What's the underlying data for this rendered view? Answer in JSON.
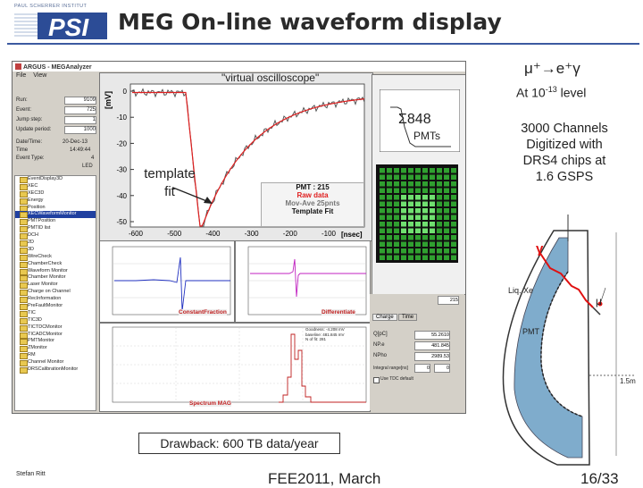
{
  "slide": {
    "logo_text": "PAUL SCHERRER INSTITUT",
    "logo_mark": "PSI",
    "title": "MEG On-line waveform display",
    "reaction": "μ⁺→e⁺γ",
    "rate_prefix": "At 10",
    "rate_exp": "-13",
    "rate_suffix": " level",
    "channels_text": "3000 Channels\nDigitized with\nDRS4 chips at\n1.6 GSPS",
    "sum_pmts": "Σ848",
    "pmts_label": "PMTs",
    "vo_label": "\"virtual oscilloscope\"",
    "template_fit_label": "template\nfit",
    "drawback": "Drawback: 600 TB data/year",
    "author": "Stefan Ritt",
    "conference": "FEE2011, March",
    "page": "16/33"
  },
  "app": {
    "title": "ARGUS - MEGAnalyzer",
    "menu": [
      "File",
      "View"
    ],
    "info_rows": [
      {
        "label": "Run:",
        "value": "9109"
      },
      {
        "label": "Event:",
        "value": "725"
      },
      {
        "label": "Jump step:",
        "value": "1"
      },
      {
        "label": "Update period:",
        "value": "1000"
      }
    ],
    "info_text": [
      {
        "label": "Date/Time:",
        "value": "20-Dec-13"
      },
      {
        "label": "Time",
        "value": "14:49:44"
      },
      {
        "label": "Event Type:",
        "value": "4"
      },
      {
        "label": "",
        "value": "LED"
      }
    ],
    "tree": [
      {
        "label": "EventDisplay3D",
        "sel": false
      },
      {
        "label": "XEC",
        "sel": false
      },
      {
        "label": "XEC3D",
        "sel": false
      },
      {
        "label": "Energy",
        "sel": false
      },
      {
        "label": "Position",
        "sel": false
      },
      {
        "label": "XECWaveformMonitor",
        "sel": true
      },
      {
        "label": "PMTPosition",
        "sel": false
      },
      {
        "label": "PMTID list",
        "sel": false
      },
      {
        "label": "DCH",
        "sel": false
      },
      {
        "label": "2D",
        "sel": false
      },
      {
        "label": "3D",
        "sel": false
      },
      {
        "label": "WireCheck",
        "sel": false
      },
      {
        "label": "ChamberCheck",
        "sel": false
      },
      {
        "label": "Waveform Monitor",
        "sel": false
      },
      {
        "label": "Chamber Monitor",
        "sel": false
      },
      {
        "label": "Laser Monitor",
        "sel": false
      },
      {
        "label": "Charge on Channel",
        "sel": false
      },
      {
        "label": "RecInformation",
        "sel": false
      },
      {
        "label": "PreFaultMonitor",
        "sel": false
      },
      {
        "label": "TIC",
        "sel": false
      },
      {
        "label": "TIC3D",
        "sel": false
      },
      {
        "label": "TICTDCMonitor",
        "sel": false
      },
      {
        "label": "TICADCMonitor",
        "sel": false
      },
      {
        "label": "PMTMonitor",
        "sel": false
      },
      {
        "label": "ZMonitor",
        "sel": false
      },
      {
        "label": "RM",
        "sel": false
      },
      {
        "label": "Channel Monitor",
        "sel": false
      },
      {
        "label": "DRSCalibrationMonitor",
        "sel": false
      }
    ],
    "main_plot": {
      "y_unit": "[mV]",
      "x_unit": "[nsec]",
      "y_ticks": [
        "0",
        "-10",
        "-20",
        "-30",
        "-40",
        "-50"
      ],
      "x_ticks": [
        "-600",
        "-500",
        "-400",
        "-300",
        "-200",
        "-100"
      ],
      "legend_pmt": "PMT : 215",
      "legend_raw": "Raw data",
      "legend_mov": "Mov-Ave 25pnts",
      "legend_fit": "Template Fit"
    },
    "sub_plots": {
      "constant_fraction": "ConstantFraction",
      "differentiate": "Differentiate",
      "spectrum": "Spectrum MAG"
    },
    "controls": {
      "tab1": "Charge",
      "tab2": "Time",
      "rows": [
        {
          "label": "Q[pC]",
          "value": "55.2610"
        },
        {
          "label": "NP.e",
          "value": "481.845"
        },
        {
          "label": "NPho",
          "value": "2989.53"
        }
      ],
      "range_label": "Integral range[ns]",
      "range_from": "0",
      "range_to": "0",
      "use_default": "Use TDC default",
      "pmt_field": "215",
      "pmt_label": "PMT",
      "stats_text": "Goodness: -4.208 mV\nbaseline: 481.845 mV\nN of fit: 281"
    }
  },
  "detector": {
    "gamma_label": "γ",
    "liq_xe": "Liq. Xe",
    "mu_label": "μ",
    "pmt_label": "PMT",
    "scale_label": "1.5m"
  },
  "colors": {
    "title_rule": "#3c5aa0",
    "raw_trace": "#555555",
    "fit_trace": "#e02020",
    "pmt_green": "#40c040",
    "gamma_red": "#e01010",
    "xe_blue": "#7faccc",
    "cf_trace": "#2030c0",
    "diff_trace": "#c020c0"
  }
}
